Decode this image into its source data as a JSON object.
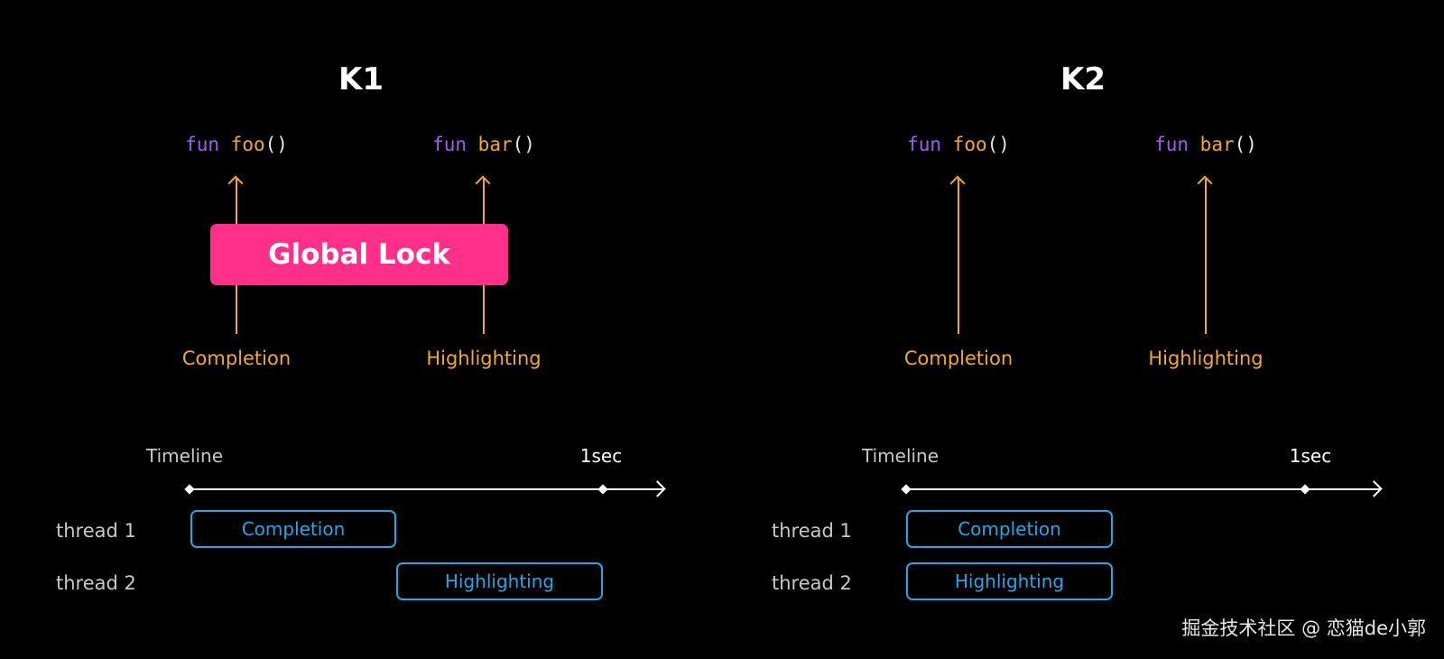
{
  "k1": {
    "title": "K1",
    "functions": [
      {
        "keyword": "fun",
        "name": "foo",
        "parens": "()"
      },
      {
        "keyword": "fun",
        "name": "bar",
        "parens": "()"
      }
    ],
    "features": [
      "Completion",
      "Highlighting"
    ],
    "lock_label": "Global Lock",
    "timeline": {
      "label": "Timeline",
      "end_label": "1sec"
    },
    "threads": [
      {
        "label": "thread 1",
        "task": "Completion"
      },
      {
        "label": "thread 2",
        "task": "Highlighting"
      }
    ]
  },
  "k2": {
    "title": "K2",
    "functions": [
      {
        "keyword": "fun",
        "name": "foo",
        "parens": "()"
      },
      {
        "keyword": "fun",
        "name": "bar",
        "parens": "()"
      }
    ],
    "features": [
      "Completion",
      "Highlighting"
    ],
    "timeline": {
      "label": "Timeline",
      "end_label": "1sec"
    },
    "threads": [
      {
        "label": "thread 1",
        "task": "Completion"
      },
      {
        "label": "thread 2",
        "task": "Highlighting"
      }
    ]
  },
  "watermark": "掘金技术社区 @ 恋猫de小郭",
  "colors": {
    "background": "#000000",
    "keyword": "#a25cf2",
    "function_name": "#f0a92e",
    "arrow": "#f2a925",
    "lock": "#ff2f8a",
    "task_border": "#21a8e8"
  }
}
